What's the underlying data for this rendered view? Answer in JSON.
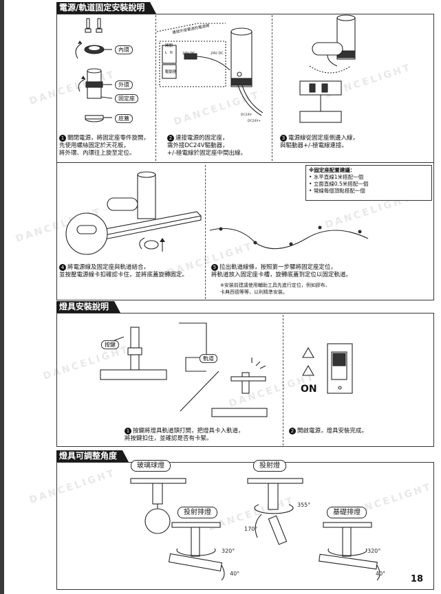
{
  "sections": {
    "mount": {
      "title": "電源/軌道固定安裝說明",
      "labels": {
        "inner": "內環",
        "outer": "外環",
        "fixing_seat": "固定座",
        "base_cover": "底蓋"
      },
      "diagram2": {
        "top": "連接外接電源的電源線",
        "switch": "開關",
        "driver_in": "驅動器",
        "dc": "24V DC",
        "dc2": "24V DC",
        "l": "L",
        "n": "N"
      },
      "wire_labels": {
        "neg": "DC24V-",
        "pos": "DC24V+"
      },
      "steps": [
        "關閉電源，將固定座零件旋開，\n先使用螺絲固定於天花板，\n將外環、內環往上旋至定位。",
        "連接電源的固定座，\n需外接DC24V驅動器，\n+/-極電線於固定座中間出線。",
        "電源線從固定座側邊入線，\n與驅動器+/-極電線連接。"
      ],
      "config": {
        "title": "※固定座配置建議：",
        "items": [
          "水平直線1米搭配一個",
          "立面直線0.5米搭配一個",
          "彎線每個頂點搭配一個"
        ]
      },
      "steps2": [
        "將電源線及固定座與軌道結合，\n並按壓電源線卡扣確認卡住，並將底蓋旋轉固定。",
        "拉出軌道線條，按照第一步驟將固定座定位，\n將軌道放入固定座卡槽，旋轉底蓋到定位以固定軌道。"
      ],
      "note": "※安裝前建議使用輔助工具先進行定位，例如膠布、\n卡典西德等等，以利精準安裝。"
    },
    "lamp": {
      "title": "燈具安裝說明",
      "labels": {
        "button": "按鍵",
        "track": "軌道",
        "on": "ON"
      },
      "steps": [
        "按鍵將燈具軌道頭打開，把燈具卡入軌道，\n將按鍵扣住，並確認是否有卡緊。",
        "開啟電源，燈具安裝完成。"
      ]
    },
    "angle": {
      "title": "燈具可調整角度",
      "labels": {
        "glass": "玻璃球燈",
        "spot": "投射燈",
        "spot_bar": "投射排燈",
        "basic_bar": "基礎排燈"
      },
      "angles": {
        "a355": "355°",
        "a170": "170°",
        "a320a": "320°",
        "a40a": "40°",
        "a320b": "320°",
        "a40b": "40°"
      }
    }
  },
  "nums": [
    "1",
    "2",
    "3",
    "4",
    "5"
  ],
  "watermark": "DANCELIGHT",
  "page_number": "18"
}
